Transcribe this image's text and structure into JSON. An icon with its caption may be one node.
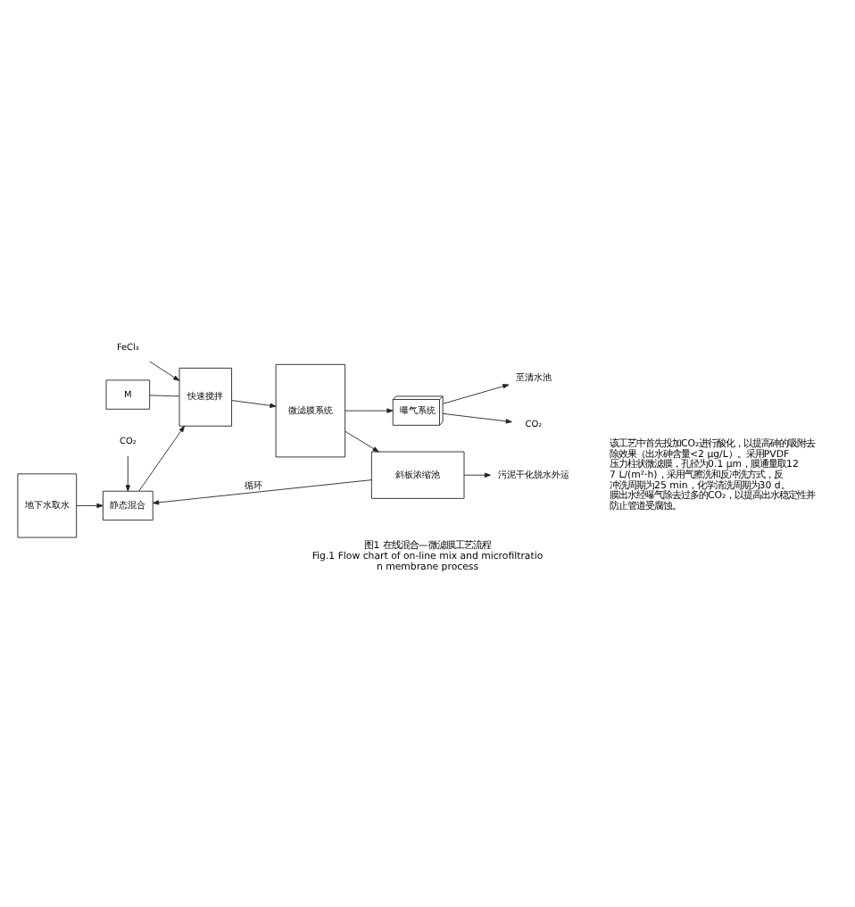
{
  "diagram": {
    "title": "图1 在线混合—微滤膜工艺流程",
    "caption": "Fig.1 Flow chart of on-line mix and microfiltration membrane process",
    "nodes": [
      {
        "text": [
          "地下水取水"
        ]
      },
      {
        "text": [
          "CO₂"
        ]
      },
      {
        "text": [
          "静态混合"
        ]
      },
      {
        "text": [
          "FeCl₃"
        ]
      },
      {
        "text": [
          "快速搅拌"
        ]
      },
      {
        "text": [
          "M"
        ]
      },
      {
        "text": [
          "微滤膜系统"
        ]
      },
      {
        "text": [
          "曝气系统"
        ]
      },
      {
        "text": [
          "CO₂"
        ]
      },
      {
        "text": [
          "至清水池"
        ]
      },
      {
        "text": [
          "斜板浓缩池"
        ]
      },
      {
        "text": [
          "污泥干化脱水外运"
        ]
      }
    ],
    "edges": [
      {
        "from": 0,
        "to": 2,
        "arrow": "to"
      },
      {
        "from": 10,
        "to": 2,
        "arrow": "to",
        "label": "循环"
      },
      {
        "from": 1,
        "to": 2,
        "arrow": "to"
      },
      {
        "from": 2,
        "to": 4,
        "arrow": "to"
      },
      {
        "from": 3,
        "to": 4,
        "arrow": "to"
      },
      {
        "from": 5,
        "to": 4,
        "arrow": "none"
      },
      {
        "from": 4,
        "to": 6,
        "arrow": "to"
      },
      {
        "from": 6,
        "to": 7,
        "arrow": "to"
      },
      {
        "from": 6,
        "to": 10,
        "arrow": "to"
      },
      {
        "from": 7,
        "to": 8,
        "arrow": "to"
      },
      {
        "from": 7,
        "to": 9,
        "arrow": "to"
      },
      {
        "from": 10,
        "to": 11,
        "arrow": "to"
      }
    ],
    "labels": [
      "该工艺中首先投加CO₂进行酸化，以提高砷的吸附去除效果（出水砷含量<2 μg/L）。采用PVDF压力柱状微滤膜，孔径为0.1 μm，膜通量取127 L/(m²·h)，采用气擦洗和反冲洗方式，反冲洗周期为25 min，化学清洗周期为30 d。膜出水经曝气除去过多的CO₂，以提高出水稳定性并防止管道受腐蚀。"
    ]
  }
}
